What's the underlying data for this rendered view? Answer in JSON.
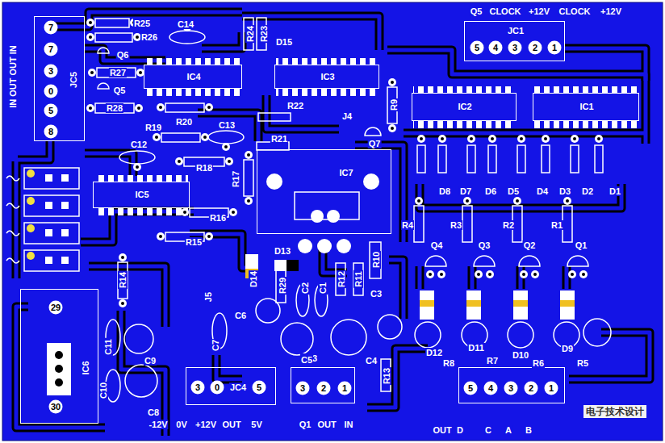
{
  "diagram": {
    "nodes": [
      {
        "text": [
          "JC5",
          "7",
          "7",
          "3",
          "0",
          "5",
          "8"
        ]
      },
      {
        "text": [
          "JC1",
          "5",
          "4",
          "3",
          "2",
          "1"
        ]
      },
      {
        "text": [
          "IC4"
        ]
      },
      {
        "text": [
          "IC3"
        ]
      },
      {
        "text": [
          "IC2"
        ]
      },
      {
        "text": [
          "IC1"
        ]
      },
      {
        "text": [
          "IC5"
        ]
      },
      {
        "text": [
          "IC7"
        ]
      },
      {
        "text": [
          "29",
          "IC6",
          "30"
        ]
      },
      {
        "text": [
          "3",
          "0",
          "JC4",
          "5"
        ]
      },
      {
        "text": [
          "JC3",
          "3",
          "2",
          "1"
        ]
      },
      {
        "text": [
          "5",
          "4",
          "3",
          "2",
          "1"
        ]
      }
    ],
    "labels": [
      "Q5",
      "CLOCK",
      "+12V",
      "CLOCK",
      "+12V",
      "IN OUT OUT IN",
      "R25",
      "R26",
      "C14",
      "Q6",
      "R27",
      "Q5",
      "R28",
      "R24",
      "R23",
      "D15",
      "R22",
      "J4",
      "R9",
      "R20",
      "R19",
      "C13",
      "R21",
      "Q7",
      "C12",
      "R18",
      "R17",
      "R16",
      "R15",
      "D13",
      "D14",
      "R14",
      "J5",
      "R29",
      "C2",
      "C1",
      "R12",
      "R11",
      "R10",
      "C3",
      "C6",
      "C7",
      "C11",
      "C9",
      "C5",
      "C4",
      "R13",
      "C10",
      "C8",
      "-12V",
      "0V",
      "+12V",
      "OUT",
      "5V",
      "Q1",
      "OUT",
      "IN",
      "D8",
      "D7",
      "D6",
      "D5",
      "D4",
      "D3",
      "D2",
      "D1",
      "R4",
      "R3",
      "R2",
      "R1",
      "Q4",
      "Q3",
      "Q2",
      "Q1",
      "D12",
      "R8",
      "D11",
      "R7",
      "D10",
      "R6",
      "D9",
      "R5",
      "OUT",
      "D",
      "C",
      "A",
      "B",
      "电子技术设计"
    ]
  }
}
